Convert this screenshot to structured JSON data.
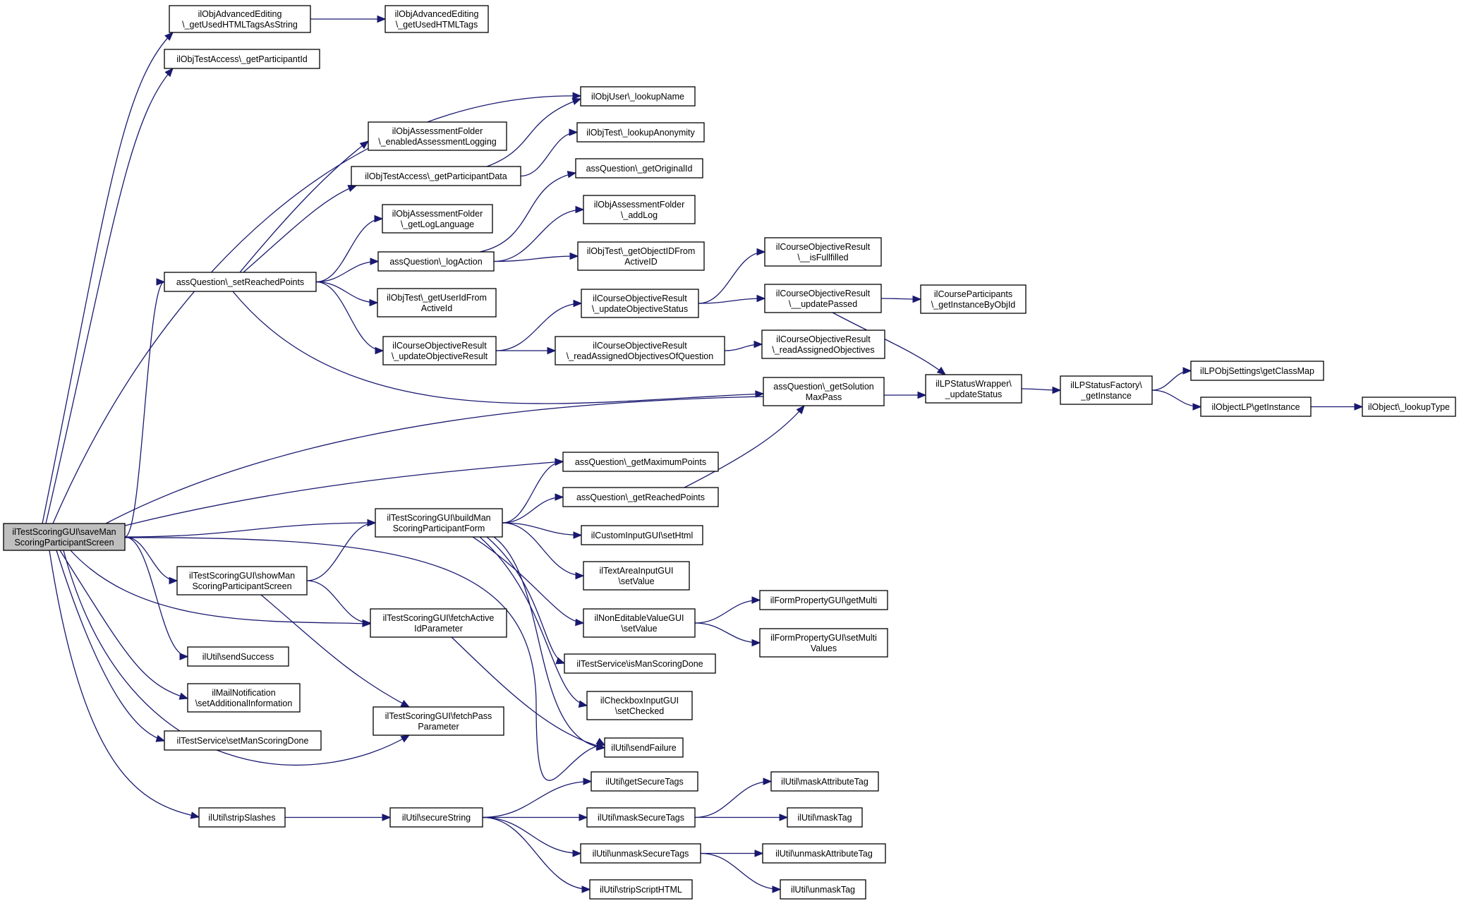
{
  "nodes": [
    {
      "id": "root",
      "lines": [
        "ilTestScoringGUI\\saveMan",
        "ScoringParticipantScreen"
      ],
      "root": true
    },
    {
      "id": "aeStr",
      "lines": [
        "ilObjAdvancedEditing",
        "\\_getUsedHTMLTagsAsString"
      ]
    },
    {
      "id": "aeTags",
      "lines": [
        "ilObjAdvancedEditing",
        "\\_getUsedHTMLTags"
      ]
    },
    {
      "id": "partId",
      "lines": [
        "ilObjTestAccess\\_getParticipantId"
      ]
    },
    {
      "id": "lookupName",
      "lines": [
        "ilObjUser\\_lookupName"
      ]
    },
    {
      "id": "afLog",
      "lines": [
        "ilObjAssessmentFolder",
        "\\_enabledAssessmentLogging"
      ]
    },
    {
      "id": "lookupAnon",
      "lines": [
        "ilObjTest\\_lookupAnonymity"
      ]
    },
    {
      "id": "partData",
      "lines": [
        "ilObjTestAccess\\_getParticipantData"
      ]
    },
    {
      "id": "origId",
      "lines": [
        "assQuestion\\_getOriginalId"
      ]
    },
    {
      "id": "logLang",
      "lines": [
        "ilObjAssessmentFolder",
        "\\_getLogLanguage"
      ]
    },
    {
      "id": "addLog",
      "lines": [
        "ilObjAssessmentFolder",
        "\\_addLog"
      ]
    },
    {
      "id": "logAction",
      "lines": [
        "assQuestion\\_logAction"
      ]
    },
    {
      "id": "objIdFromActive",
      "lines": [
        "ilObjTest\\_getObjectIDFrom",
        "ActiveID"
      ]
    },
    {
      "id": "setReached",
      "lines": [
        "assQuestion\\_setReachedPoints"
      ]
    },
    {
      "id": "userIdFromActive",
      "lines": [
        "ilObjTest\\_getUserIdFrom",
        "ActiveId"
      ]
    },
    {
      "id": "isFull",
      "lines": [
        "ilCourseObjectiveResult",
        "\\__isFullfilled"
      ]
    },
    {
      "id": "updObjStatus",
      "lines": [
        "ilCourseObjectiveResult",
        "\\_updateObjectiveStatus"
      ]
    },
    {
      "id": "updPassed",
      "lines": [
        "ilCourseObjectiveResult",
        "\\__updatePassed"
      ]
    },
    {
      "id": "cpInst",
      "lines": [
        "ilCourseParticipants",
        "\\_getInstanceByObjId"
      ]
    },
    {
      "id": "updObjResult",
      "lines": [
        "ilCourseObjectiveResult",
        "\\_updateObjectiveResult"
      ]
    },
    {
      "id": "readAssQ",
      "lines": [
        "ilCourseObjectiveResult",
        "\\_readAssignedObjectivesOfQuestion"
      ]
    },
    {
      "id": "readAss",
      "lines": [
        "ilCourseObjectiveResult",
        "\\_readAssignedObjectives"
      ]
    },
    {
      "id": "solMax",
      "lines": [
        "assQuestion\\_getSolution",
        "MaxPass"
      ]
    },
    {
      "id": "lpWrap",
      "lines": [
        "ilLPStatusWrapper\\",
        "_updateStatus"
      ]
    },
    {
      "id": "lpFact",
      "lines": [
        "ilLPStatusFactory\\",
        "_getInstance"
      ]
    },
    {
      "id": "classMap",
      "lines": [
        "ilLPObjSettings\\getClassMap"
      ]
    },
    {
      "id": "objLP",
      "lines": [
        "ilObjectLP\\getInstance"
      ]
    },
    {
      "id": "lookupType",
      "lines": [
        "ilObject\\_lookupType"
      ]
    },
    {
      "id": "maxPts",
      "lines": [
        "assQuestion\\_getMaximumPoints"
      ]
    },
    {
      "id": "reachedPts",
      "lines": [
        "assQuestion\\_getReachedPoints"
      ]
    },
    {
      "id": "buildForm",
      "lines": [
        "ilTestScoringGUI\\buildMan",
        "ScoringParticipantForm"
      ]
    },
    {
      "id": "setHtml",
      "lines": [
        "ilCustomInputGUI\\setHtml"
      ]
    },
    {
      "id": "taSet",
      "lines": [
        "ilTextAreaInputGUI",
        "\\setValue"
      ]
    },
    {
      "id": "showScreen",
      "lines": [
        "ilTestScoringGUI\\showMan",
        "ScoringParticipantScreen"
      ]
    },
    {
      "id": "nevSet",
      "lines": [
        "ilNonEditableValueGUI",
        "\\setValue"
      ]
    },
    {
      "id": "getMulti",
      "lines": [
        "ilFormPropertyGUI\\getMulti"
      ]
    },
    {
      "id": "fetchActive",
      "lines": [
        "ilTestScoringGUI\\fetchActive",
        "IdParameter"
      ]
    },
    {
      "id": "setMultiVal",
      "lines": [
        "ilFormPropertyGUI\\setMulti",
        "Values"
      ]
    },
    {
      "id": "sendSuccess",
      "lines": [
        "ilUtil\\sendSuccess"
      ]
    },
    {
      "id": "isManDone",
      "lines": [
        "ilTestService\\isManScoringDone"
      ]
    },
    {
      "id": "mailInfo",
      "lines": [
        "ilMailNotification",
        "\\setAdditionalInformation"
      ]
    },
    {
      "id": "cbSet",
      "lines": [
        "ilCheckboxInputGUI",
        "\\setChecked"
      ]
    },
    {
      "id": "fetchPass",
      "lines": [
        "ilTestScoringGUI\\fetchPass",
        "Parameter"
      ]
    },
    {
      "id": "setManDone",
      "lines": [
        "ilTestService\\setManScoringDone"
      ]
    },
    {
      "id": "sendFailure",
      "lines": [
        "ilUtil\\sendFailure"
      ]
    },
    {
      "id": "getSecure",
      "lines": [
        "ilUtil\\getSecureTags"
      ]
    },
    {
      "id": "maskAttr",
      "lines": [
        "ilUtil\\maskAttributeTag"
      ]
    },
    {
      "id": "stripSlashes",
      "lines": [
        "ilUtil\\stripSlashes"
      ]
    },
    {
      "id": "secureString",
      "lines": [
        "ilUtil\\secureString"
      ]
    },
    {
      "id": "maskSecure",
      "lines": [
        "ilUtil\\maskSecureTags"
      ]
    },
    {
      "id": "maskTag",
      "lines": [
        "ilUtil\\maskTag"
      ]
    },
    {
      "id": "unmaskSecure",
      "lines": [
        "ilUtil\\unmaskSecureTags"
      ]
    },
    {
      "id": "unmaskAttr",
      "lines": [
        "ilUtil\\unmaskAttributeTag"
      ]
    },
    {
      "id": "stripScript",
      "lines": [
        "ilUtil\\stripScriptHTML"
      ]
    },
    {
      "id": "unmaskTag",
      "lines": [
        "ilUtil\\unmaskTag"
      ]
    }
  ],
  "edges": [
    [
      "root",
      "aeStr"
    ],
    [
      "root",
      "partId"
    ],
    [
      "root",
      "lookupName"
    ],
    [
      "root",
      "setReached"
    ],
    [
      "root",
      "lpWrap"
    ],
    [
      "root",
      "maxPts"
    ],
    [
      "root",
      "buildForm"
    ],
    [
      "root",
      "showScreen"
    ],
    [
      "root",
      "fetchActive"
    ],
    [
      "root",
      "sendSuccess"
    ],
    [
      "root",
      "mailInfo"
    ],
    [
      "root",
      "setManDone"
    ],
    [
      "root",
      "fetchPass"
    ],
    [
      "root",
      "sendFailure"
    ],
    [
      "root",
      "stripSlashes"
    ],
    [
      "aeStr",
      "aeTags"
    ],
    [
      "setReached",
      "afLog"
    ],
    [
      "setReached",
      "partData"
    ],
    [
      "setReached",
      "logLang"
    ],
    [
      "setReached",
      "logAction"
    ],
    [
      "setReached",
      "userIdFromActive"
    ],
    [
      "setReached",
      "updObjResult"
    ],
    [
      "setReached",
      "solMax"
    ],
    [
      "partData",
      "lookupName"
    ],
    [
      "partData",
      "lookupAnon"
    ],
    [
      "logAction",
      "origId"
    ],
    [
      "logAction",
      "addLog"
    ],
    [
      "logAction",
      "objIdFromActive"
    ],
    [
      "updObjResult",
      "updObjStatus"
    ],
    [
      "updObjResult",
      "readAssQ"
    ],
    [
      "updObjStatus",
      "isFull"
    ],
    [
      "updObjStatus",
      "updPassed"
    ],
    [
      "updPassed",
      "cpInst"
    ],
    [
      "updPassed",
      "lpWrap"
    ],
    [
      "readAssQ",
      "readAss"
    ],
    [
      "lpWrap",
      "lpFact"
    ],
    [
      "lpFact",
      "classMap"
    ],
    [
      "lpFact",
      "objLP"
    ],
    [
      "objLP",
      "lookupType"
    ],
    [
      "buildForm",
      "maxPts"
    ],
    [
      "buildForm",
      "reachedPts"
    ],
    [
      "buildForm",
      "setHtml"
    ],
    [
      "buildForm",
      "taSet"
    ],
    [
      "buildForm",
      "nevSet"
    ],
    [
      "buildForm",
      "isManDone"
    ],
    [
      "buildForm",
      "cbSet"
    ],
    [
      "buildForm",
      "sendFailure"
    ],
    [
      "reachedPts",
      "solMax"
    ],
    [
      "nevSet",
      "getMulti"
    ],
    [
      "nevSet",
      "setMultiVal"
    ],
    [
      "showScreen",
      "buildForm"
    ],
    [
      "showScreen",
      "fetchActive"
    ],
    [
      "showScreen",
      "fetchPass"
    ],
    [
      "fetchActive",
      "sendFailure"
    ],
    [
      "stripSlashes",
      "secureString"
    ],
    [
      "secureString",
      "getSecure"
    ],
    [
      "secureString",
      "maskSecure"
    ],
    [
      "secureString",
      "unmaskSecure"
    ],
    [
      "secureString",
      "stripScript"
    ],
    [
      "maskSecure",
      "maskAttr"
    ],
    [
      "maskSecure",
      "maskTag"
    ],
    [
      "unmaskSecure",
      "unmaskAttr"
    ],
    [
      "unmaskSecure",
      "unmaskTag"
    ]
  ]
}
